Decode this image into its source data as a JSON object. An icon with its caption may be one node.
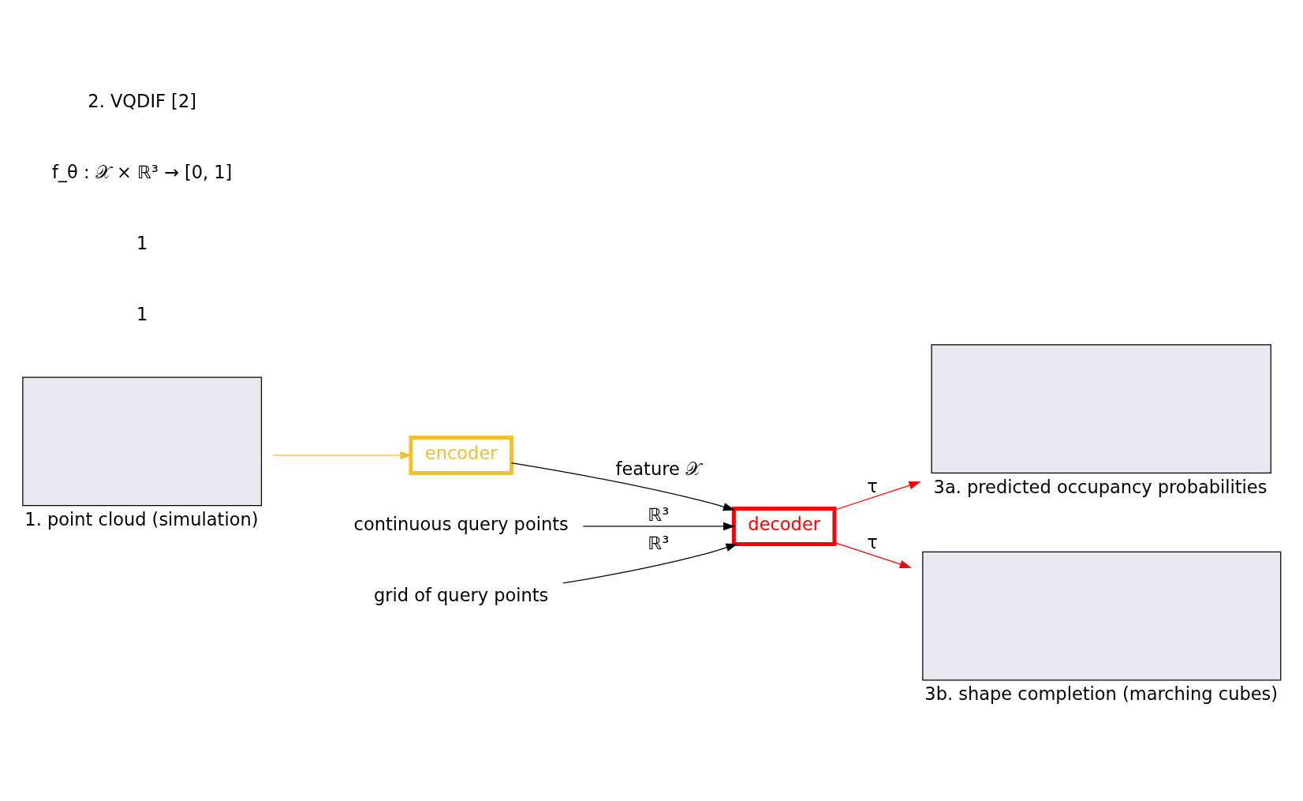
{
  "diagram": {
    "nodes": [
      {
        "text": [],
        "shape": "box",
        "beside": [
          "1. point cloud (simulation)"
        ]
      },
      {
        "text": [
          "encoder"
        ]
      },
      {
        "text": [
          "decoder"
        ]
      },
      {
        "text": [
          "continuous query points"
        ]
      },
      {
        "text": [
          "grid of query points"
        ]
      },
      {
        "text": [],
        "shape": "box",
        "beside": [
          "3a. predicted occupancy probabilities"
        ]
      },
      {
        "text": [],
        "shape": "box",
        "beside": [
          "3b. shape completion (marching cubes)"
        ]
      }
    ],
    "edges": [
      {
        "from": 0,
        "to": 1,
        "arrow": "to",
        "color": "#f0c030"
      },
      {
        "from": 1,
        "to": 2,
        "arrow": "to",
        "label": "feature 𝒳"
      },
      {
        "from": 3,
        "to": 2,
        "arrow": "to",
        "label": "ℝ³"
      },
      {
        "from": 4,
        "to": 2,
        "arrow": "to",
        "label": "ℝ³"
      },
      {
        "from": 2,
        "to": 5,
        "arrow": "to",
        "label": "τ",
        "color": "#ff0000"
      },
      {
        "from": 2,
        "to": 6,
        "arrow": "to",
        "label": "τ",
        "color": "#ff0000"
      }
    ],
    "labels": [
      "1",
      "1",
      "f_θ : 𝒳 × ℝ³ → [0, 1]",
      "2. VQDIF [2]"
    ]
  }
}
